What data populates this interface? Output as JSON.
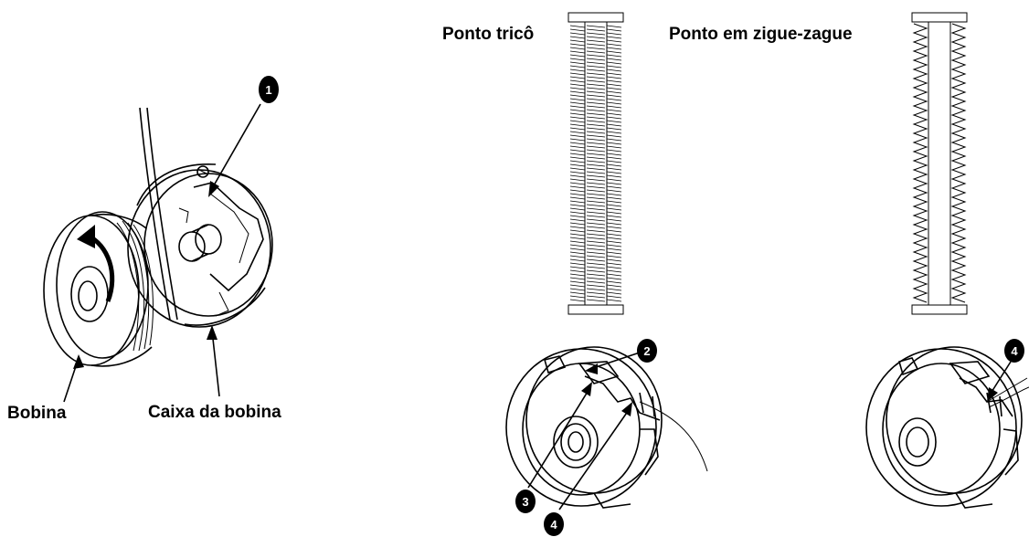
{
  "labels": {
    "bobbin": "Bobina",
    "bobbin_case": "Caixa da bobina",
    "knit_stitch": "Ponto tricô",
    "zigzag_stitch": "Ponto em zigue-zague"
  },
  "markers": {
    "m1": "1",
    "m2": "2",
    "m3": "3",
    "m4a": "4",
    "m4b": "4"
  }
}
